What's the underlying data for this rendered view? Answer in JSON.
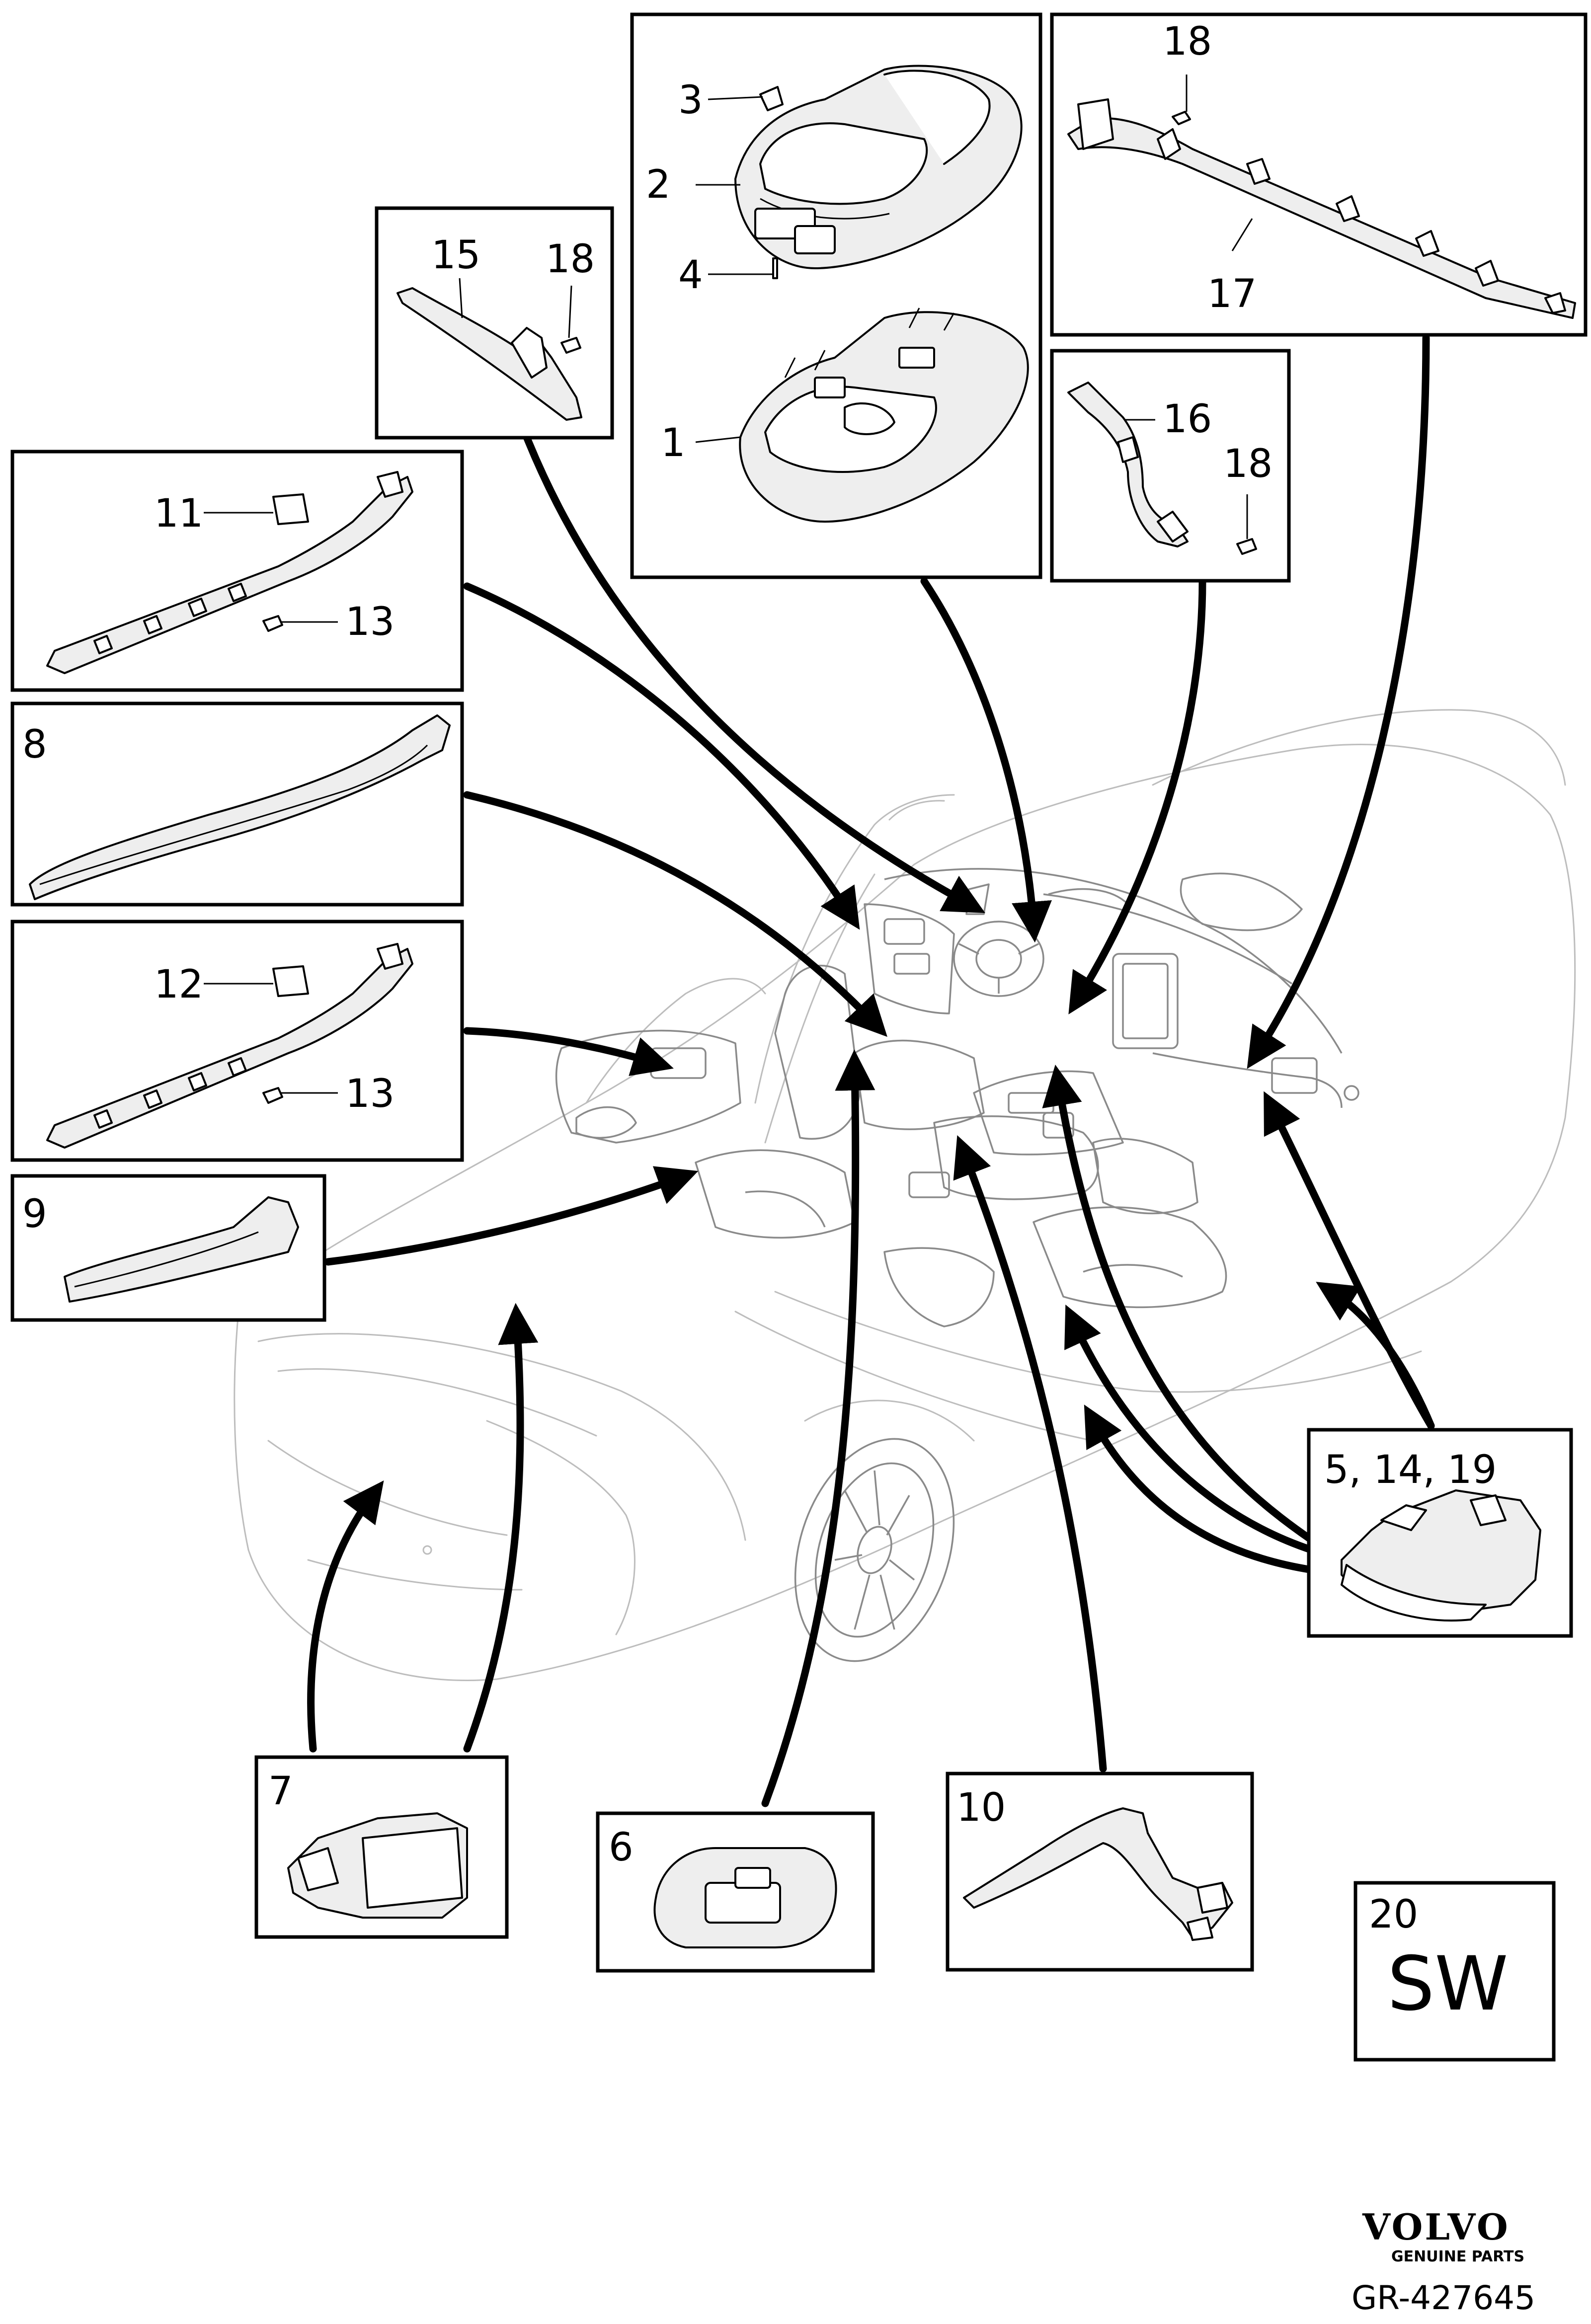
{
  "callouts": {
    "c1": "1",
    "c2": "2",
    "c3": "3",
    "c4": "4",
    "c5": "5, 14, 19",
    "c6": "6",
    "c7": "7",
    "c8": "8",
    "c9": "9",
    "c10": "10",
    "c11": "11",
    "c12": "12",
    "c13a": "13",
    "c13b": "13",
    "c15": "15",
    "c16": "16",
    "c17": "17",
    "c18a": "18",
    "c18b": "18",
    "c18c": "18",
    "c20": "20"
  },
  "sw_label": "SW",
  "brand": {
    "name": "VOLVO",
    "tagline": "GENUINE PARTS"
  },
  "reference": "GR-427645",
  "colors": {
    "line": "#000000",
    "car_outline": "#bdbdbd",
    "background": "#ffffff"
  }
}
